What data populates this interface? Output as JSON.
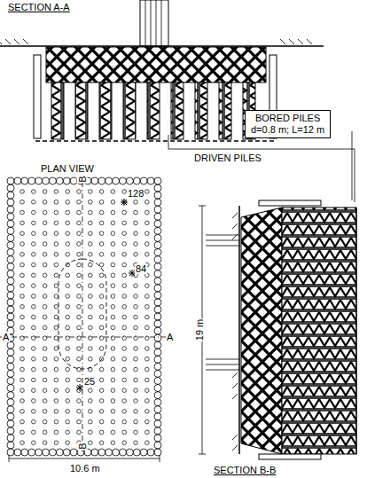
{
  "diagram": {
    "nodes": [
      {
        "text": [
          "BORED PILES",
          "d=0.8 m; L=12 m"
        ]
      }
    ],
    "labels": [
      "SECTION A-A",
      "DRIVEN PILES",
      "PLAN VIEW",
      "B",
      "128",
      "84",
      "A",
      "A",
      "25",
      "B",
      "19 m",
      "10.6 m",
      "SECTION B-B"
    ]
  }
}
